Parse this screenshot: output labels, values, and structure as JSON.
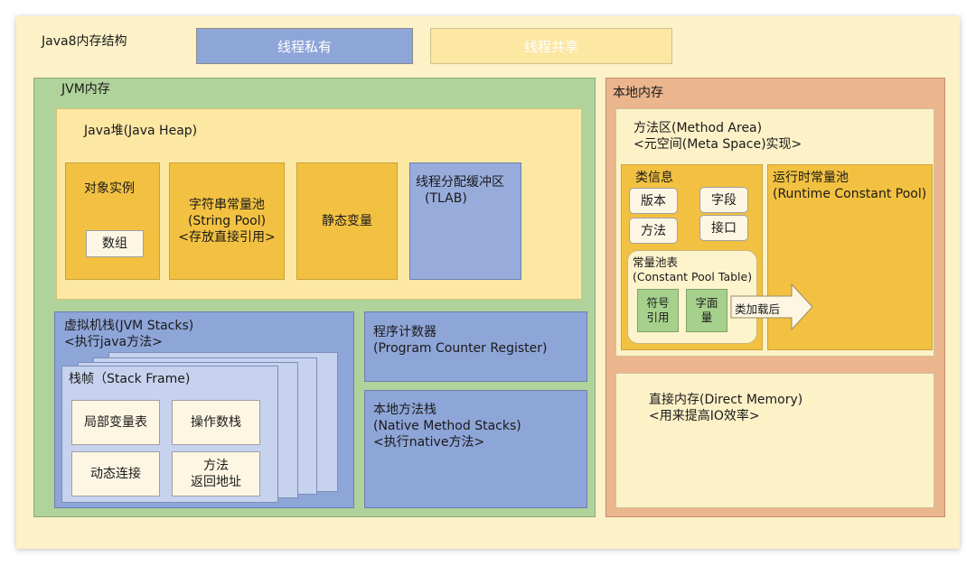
{
  "title": "Java8内存结构",
  "legend": {
    "private": "线程私有",
    "shared": "线程共享",
    "private_color": "#8ea5d8",
    "shared_color": "#fce7a3"
  },
  "jvm": {
    "label": "JVM内存",
    "heap": {
      "label": "Java堆(Java Heap)",
      "object_instance": "对象实例",
      "array": "数组",
      "string_pool": [
        "字符串常量池",
        "(String Pool)",
        "<存放直接引用>"
      ],
      "static_vars": "静态变量",
      "tlab": [
        "线程分配缓冲区",
        "(TLAB)"
      ]
    },
    "stacks": {
      "label": [
        "虚拟机栈(JVM Stacks)",
        "<执行java方法>"
      ],
      "frame": "栈帧（Stack Frame)",
      "local_vars": "局部变量表",
      "operand_stack": "操作数栈",
      "dynamic_link": "动态连接",
      "return_addr": [
        "方法",
        "返回地址"
      ]
    },
    "pc_register": [
      "程序计数器",
      "(Program Counter Register)"
    ],
    "native_stacks": [
      "本地方法栈",
      "(Native Method Stacks)",
      "<执行native方法>"
    ]
  },
  "native": {
    "label": "本地内存",
    "method_area": [
      "方法区(Method Area)",
      "<元空间(Meta Space)实现>"
    ],
    "class_info": {
      "label": "类信息",
      "version": "版本",
      "field": "字段",
      "method": "方法",
      "interface": "接口"
    },
    "constant_pool_table": {
      "label": [
        "常量池表",
        "(Constant Pool Table)"
      ],
      "symbol_ref": [
        "符号",
        "引用"
      ],
      "literal": [
        "字面",
        "量"
      ]
    },
    "arrow": "类加载后",
    "runtime_pool": [
      "运行时常量池",
      "(Runtime Constant Pool)"
    ],
    "direct_memory": [
      "直接内存(Direct Memory)",
      "<用来提高IO效率>"
    ]
  }
}
